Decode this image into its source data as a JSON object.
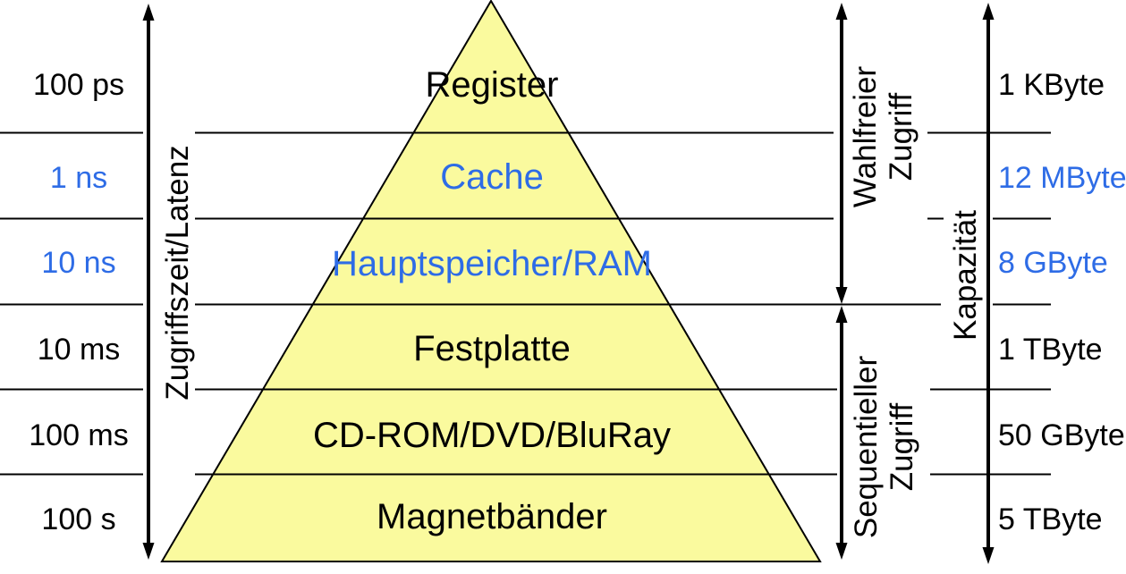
{
  "diagram": {
    "left_axis_label": "Zugriffszeit/Latenz",
    "right_axis_label": "Kapazität",
    "random_access_label": {
      "line1": "Wahlfreier",
      "line2": "Zugriff"
    },
    "sequential_access_label": {
      "line1": "Sequentieller",
      "line2": "Zugriff"
    }
  },
  "rows": [
    {
      "latency": "100 ps",
      "level": "Register",
      "capacity": "1 KByte",
      "emphasis": "black"
    },
    {
      "latency": "1 ns",
      "level": "Cache",
      "capacity": "12 MByte",
      "emphasis": "blue"
    },
    {
      "latency": "10 ns",
      "level": "Hauptspeicher/RAM",
      "capacity": "8 GByte",
      "emphasis": "blue"
    },
    {
      "latency": "10 ms",
      "level": "Festplatte",
      "capacity": "1 TByte",
      "emphasis": "black"
    },
    {
      "latency": "100 ms",
      "level": "CD-ROM/DVD/BluRay",
      "capacity": "50 GByte",
      "emphasis": "black"
    },
    {
      "latency": "100 s",
      "level": "Magnetbänder",
      "capacity": "5 TByte",
      "emphasis": "black"
    }
  ],
  "colors": {
    "highlight_blue": "#2e6ce6",
    "text_black": "#000000",
    "pyramid_fill": "#fafa9e",
    "line_color": "#000000"
  }
}
